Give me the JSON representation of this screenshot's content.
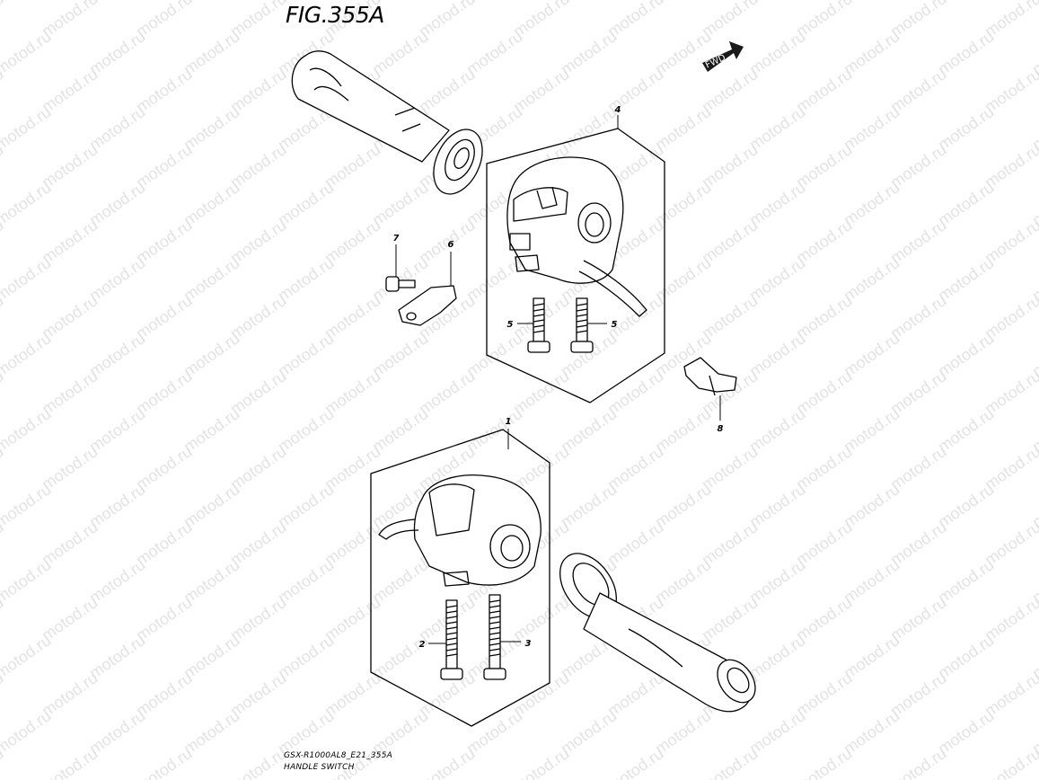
{
  "figure": {
    "title": "FIG.355A",
    "code": "GSX-R1000AL8_E21_355A",
    "name": "HANDLE SWITCH"
  },
  "fwd_label": "FWD",
  "watermark": "motod.ru",
  "callouts": [
    "1",
    "2",
    "3",
    "4",
    "5",
    "5",
    "6",
    "7",
    "8"
  ],
  "colors": {
    "line": "#000000",
    "watermark": "#e3e3e3",
    "background": "#ffffff"
  }
}
